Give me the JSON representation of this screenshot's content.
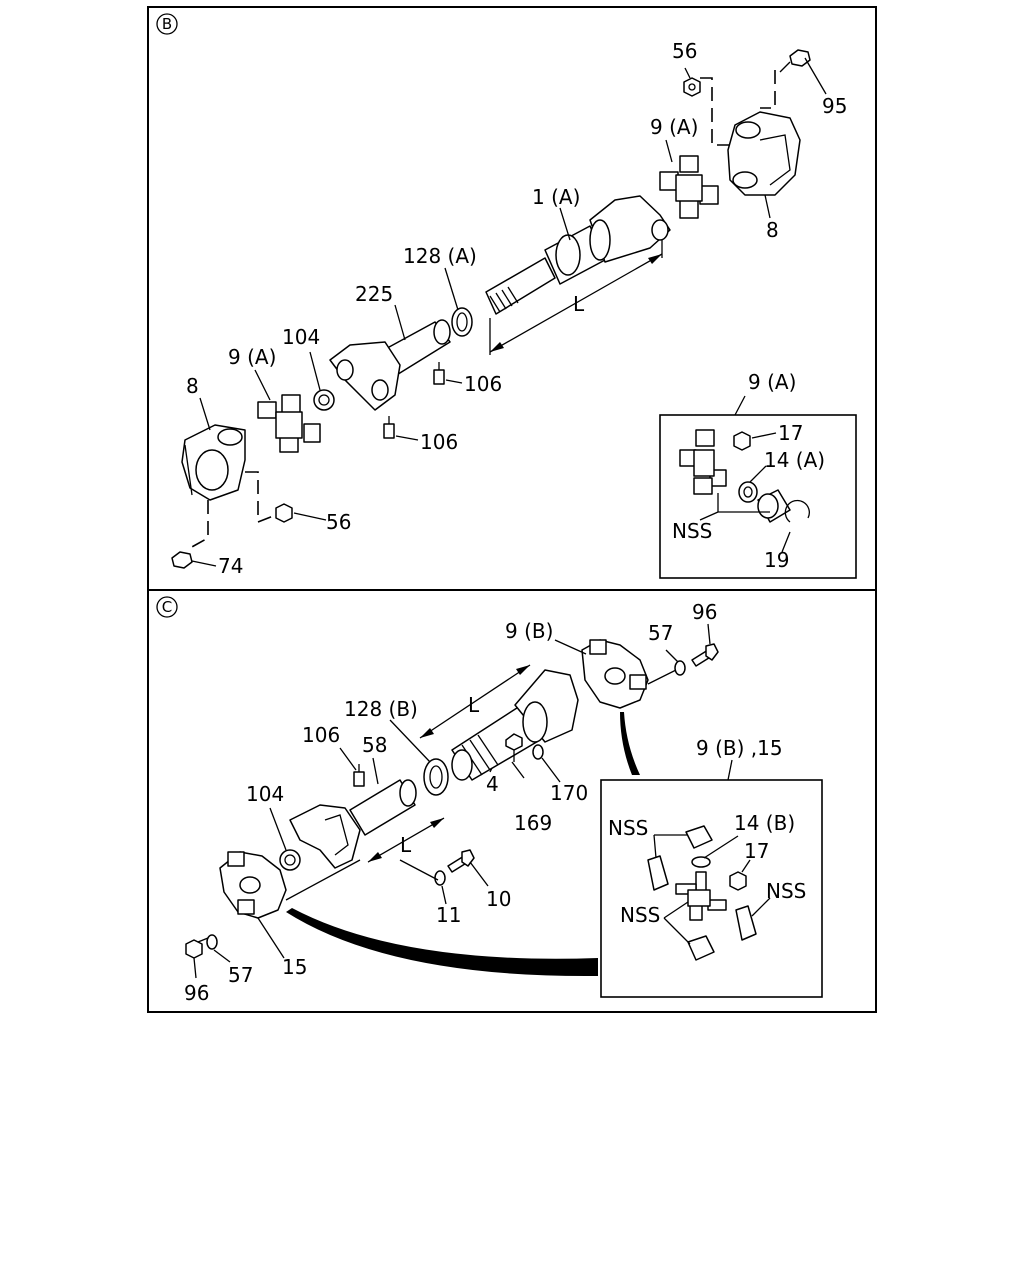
{
  "sections": {
    "B": {
      "marker": "B",
      "labels": {
        "l56_top": "56",
        "l95": "95",
        "l9A_top": "9 (A)",
        "l8_right": "8",
        "l1A": "1 (A)",
        "l128A": "128 (A)",
        "l225": "225",
        "lL_B": "L",
        "l104_B": "104",
        "l9A_left": "9 (A)",
        "l106_a": "106",
        "l106_b": "106",
        "l8_left": "8",
        "l56_bot": "56",
        "l74": "74"
      },
      "inset": {
        "title": "9 (A)",
        "labels": {
          "l17": "17",
          "l14A": "14 (A)",
          "lNSS": "NSS",
          "l19": "19"
        }
      }
    },
    "C": {
      "marker": "C",
      "labels": {
        "l9B": "9 (B)",
        "l57_top": "57",
        "l96_top": "96",
        "l128B": "128 (B)",
        "lL_top": "L",
        "l106_C": "106",
        "l58": "58",
        "l104_C": "104",
        "l4": "4",
        "l169": "169",
        "l170": "170",
        "lL_bot": "L",
        "l11": "11",
        "l10": "10",
        "l57_bot": "57",
        "l15": "15",
        "l96_bot": "96"
      },
      "inset": {
        "title": "9 (B) ,15",
        "labels": {
          "lNSS1": "NSS",
          "l14B": "14 (B)",
          "l17": "17",
          "lNSS2": "NSS",
          "lNSS3": "NSS"
        }
      }
    }
  }
}
